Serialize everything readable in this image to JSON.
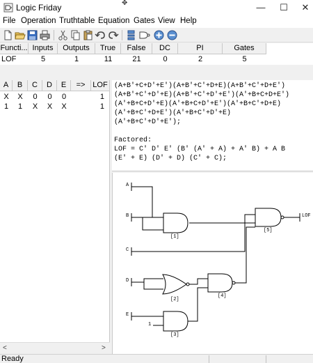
{
  "window": {
    "title": "Logic Friday",
    "minimize": "—",
    "maximize": "☐",
    "close": "✕"
  },
  "menu": [
    "File",
    "Operation",
    "Truthtable",
    "Equation",
    "Gates",
    "View",
    "Help"
  ],
  "toolbar": {
    "icons": [
      "new-file-icon",
      "open-folder-icon",
      "save-icon",
      "print-icon",
      "cut-icon",
      "copy-icon",
      "paste-icon",
      "undo-icon",
      "redo-icon",
      "minimize-function-icon",
      "gate-icon",
      "add-circle-icon",
      "remove-circle-icon"
    ]
  },
  "summary": {
    "headers": [
      "Functi...",
      "Inputs",
      "Outputs",
      "True",
      "False",
      "DC",
      "PI",
      "Gates"
    ],
    "row": [
      "LOF",
      "5",
      "1",
      "11",
      "21",
      "0",
      "2",
      "5"
    ]
  },
  "truthtable": {
    "headers": [
      "A",
      "B",
      "C",
      "D",
      "E",
      "=>",
      "LOF"
    ],
    "rows": [
      [
        "X",
        "X",
        "0",
        "0",
        "0",
        "",
        "1"
      ],
      [
        "1",
        "1",
        "X",
        "X",
        "X",
        "",
        "1"
      ]
    ]
  },
  "equation": {
    "lines": [
      "(A+B'+C+D'+E')(A+B'+C'+D+E)(A+B'+C'+D+E')",
      "(A+B'+C'+D'+E)(A+B'+C'+D'+E')(A'+B+C+D+E')",
      "(A'+B+C+D'+E)(A'+B+C+D'+E')(A'+B+C'+D+E)",
      "(A'+B+C'+D+E')(A'+B+C'+D'+E)",
      "(A'+B+C'+D'+E');",
      "",
      "Factored:",
      "LOF = C' D' E' (B' (A' + A) + A' B) + A B",
      "(E' + E) (D' + D) (C' + C);"
    ]
  },
  "circuit": {
    "inputs": [
      "A",
      "B",
      "C",
      "D",
      "E"
    ],
    "constant": "1",
    "output": "LOF",
    "gates": [
      "[1]",
      "[2]",
      "[3]",
      "[4]",
      "[5]"
    ]
  },
  "status": {
    "text": "Ready"
  }
}
